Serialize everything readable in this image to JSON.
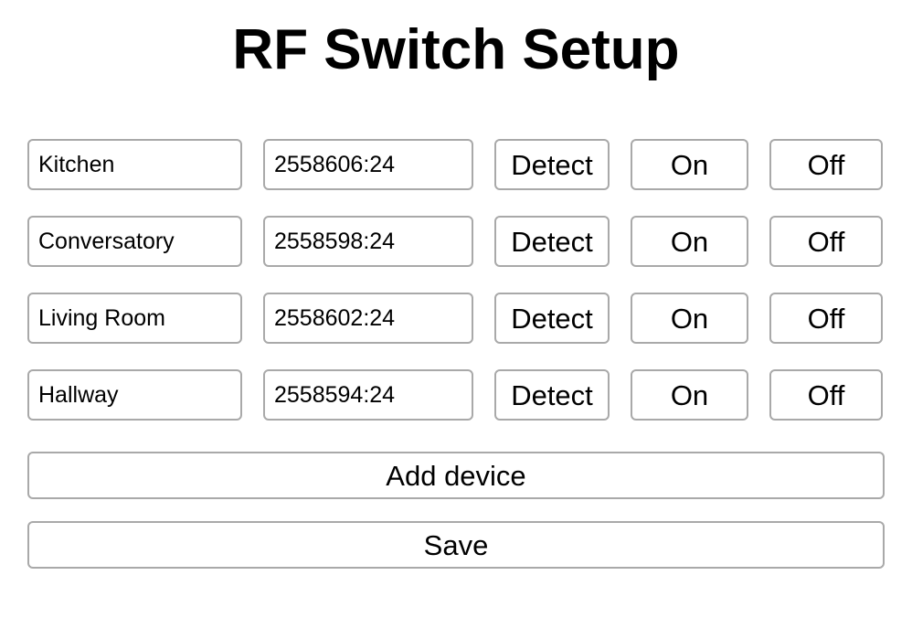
{
  "title": "RF Switch Setup",
  "colors": {
    "border": "#a9a9a9",
    "text": "#000000",
    "background": "#ffffff"
  },
  "devices": [
    {
      "name": "Kitchen",
      "code": "2558606:24"
    },
    {
      "name": "Conversatory",
      "code": "2558598:24"
    },
    {
      "name": "Living Room",
      "code": "2558602:24"
    },
    {
      "name": "Hallway",
      "code": "2558594:24"
    }
  ],
  "row_buttons": {
    "detect": "Detect",
    "on": "On",
    "off": "Off"
  },
  "footer_buttons": {
    "add_device": "Add device",
    "save": "Save"
  }
}
